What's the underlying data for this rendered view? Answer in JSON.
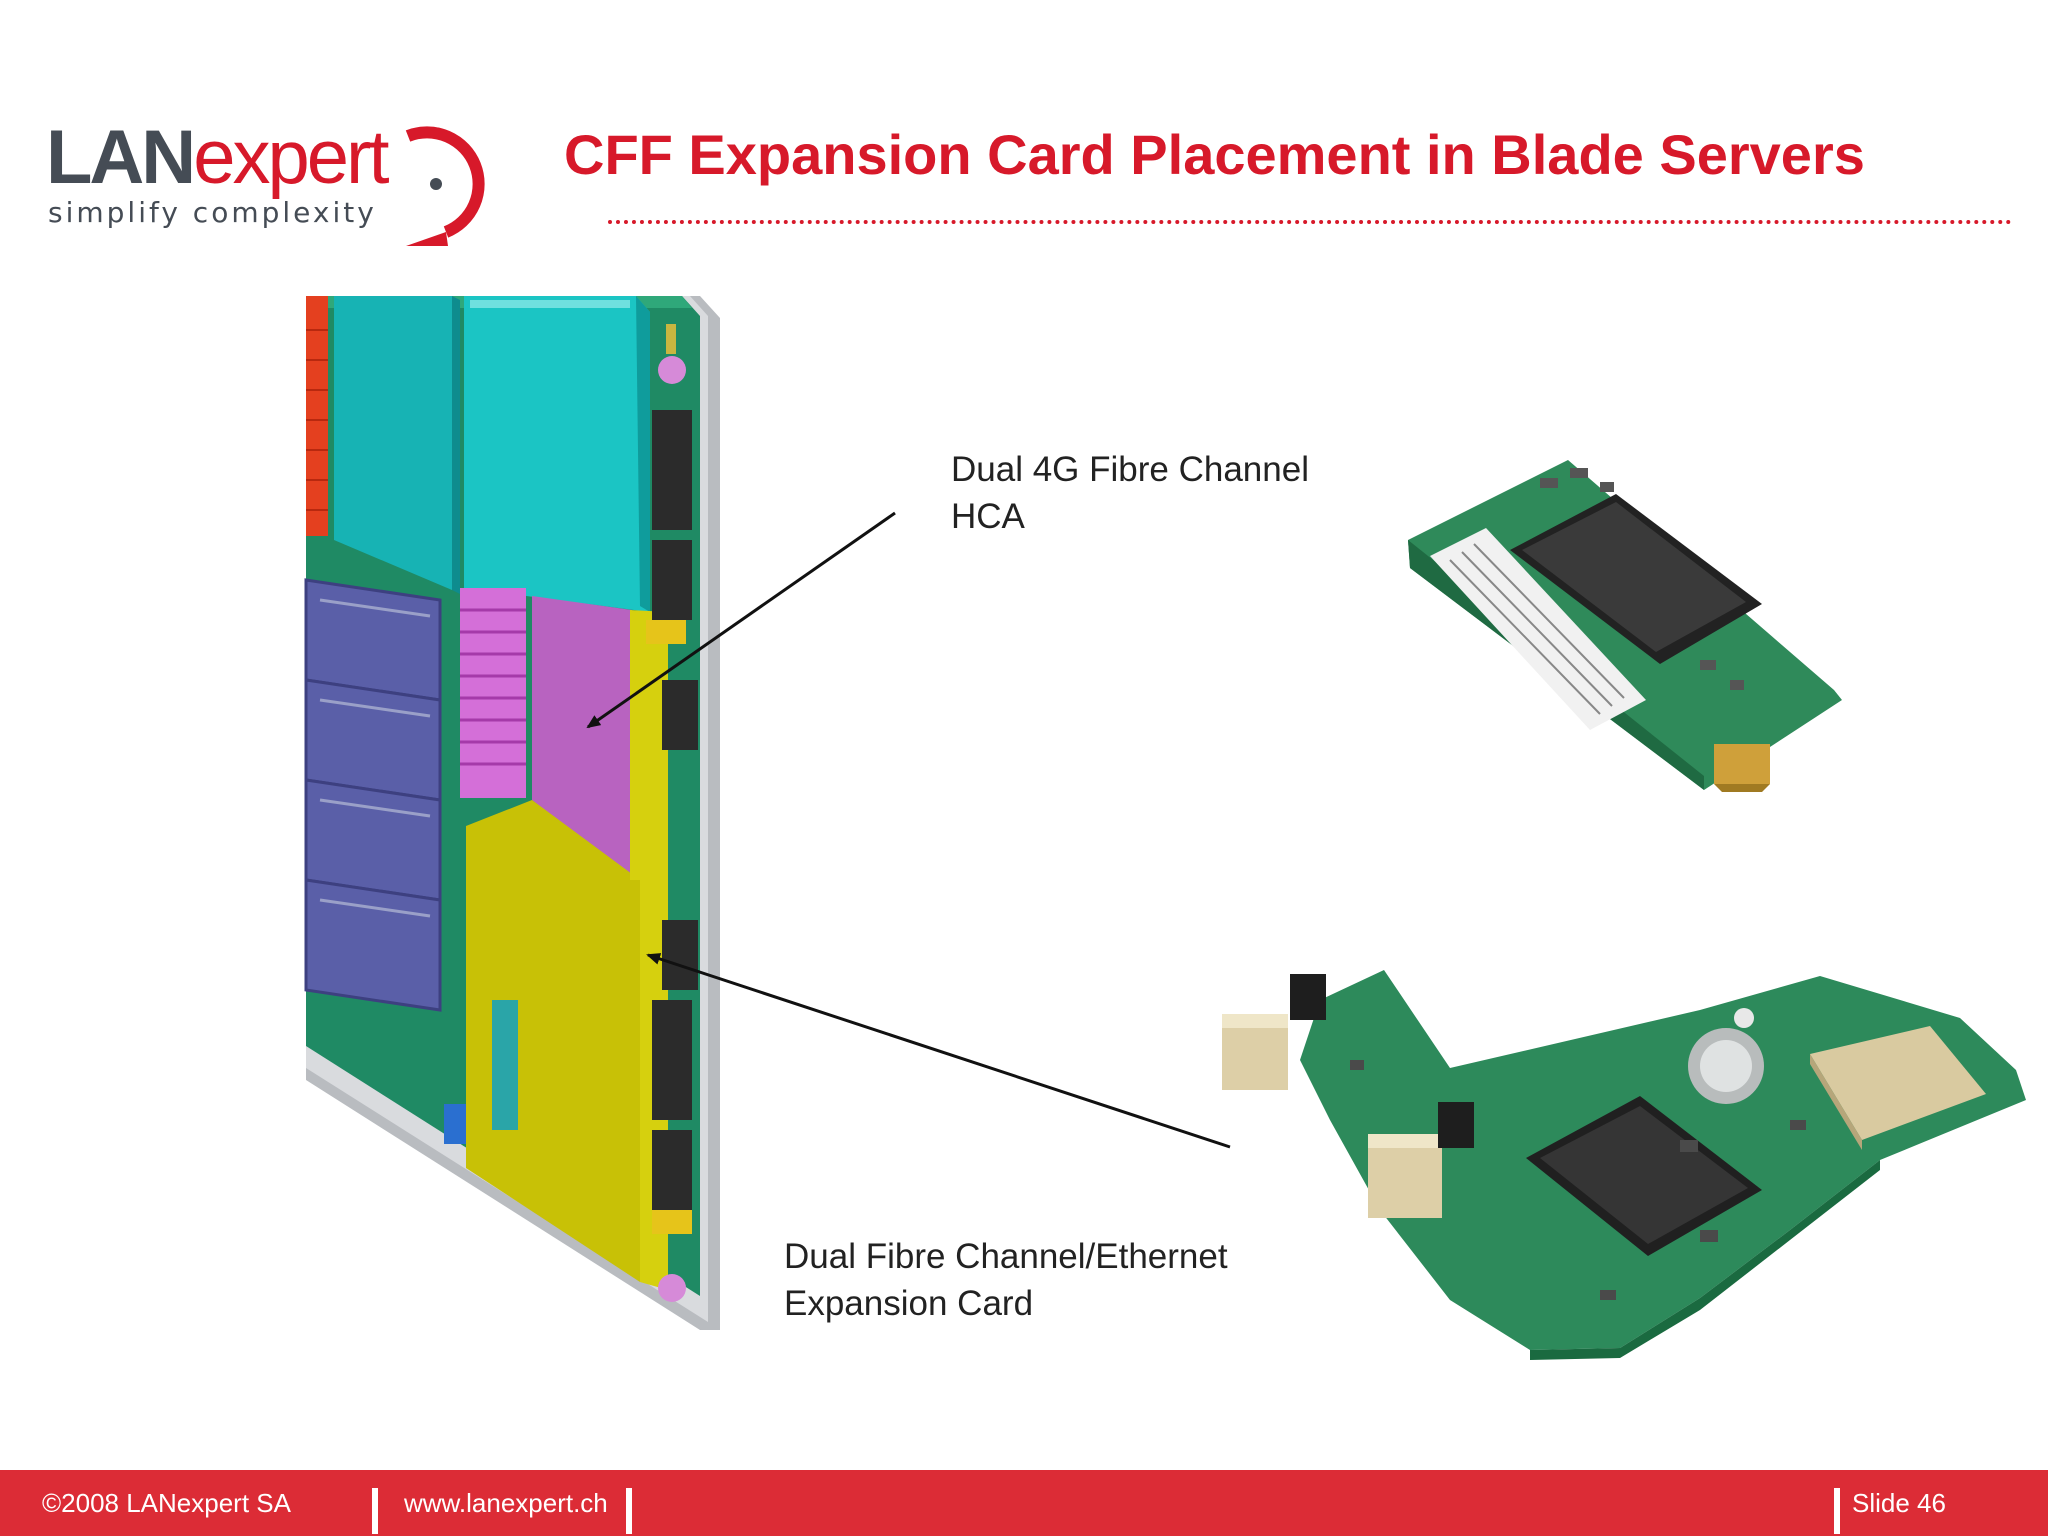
{
  "logo": {
    "brand_part1": "LAN",
    "brand_part2": "expert",
    "tagline": "simplify complexity"
  },
  "slide": {
    "title": "CFF Expansion Card Placement in Blade Servers",
    "labels": [
      {
        "lines": [
          "Dual 4G Fibre Channel",
          "HCA"
        ]
      },
      {
        "lines": [
          "Dual Fibre Channel/Ethernet",
          "Expansion Card"
        ]
      }
    ]
  },
  "footer": {
    "copyright": "©2008 LANexpert SA",
    "website": "www.lanexpert.ch",
    "slide_number": "Slide 46"
  },
  "colors": {
    "brand_red": "#d7192a",
    "footer_red": "#dc2c36",
    "logo_gray": "#454c55"
  }
}
